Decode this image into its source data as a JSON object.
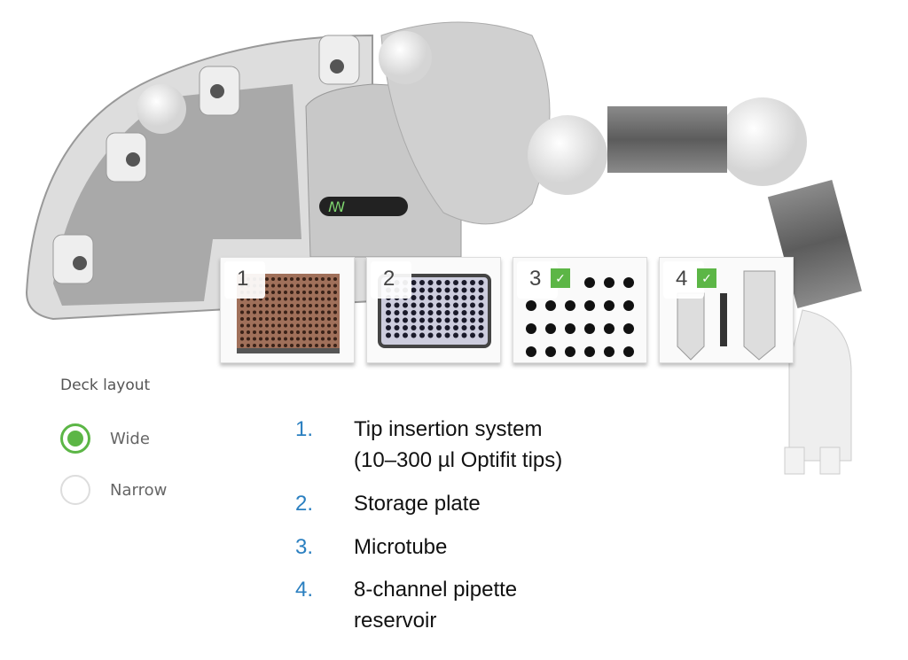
{
  "deck": {
    "tiles": [
      {
        "number": "1",
        "checked": false
      },
      {
        "number": "2",
        "checked": false
      },
      {
        "number": "3",
        "checked": true
      },
      {
        "number": "4",
        "checked": true
      }
    ],
    "check_icon": "✓"
  },
  "deck_layout": {
    "title": "Deck layout",
    "options": [
      {
        "label": "Wide",
        "selected": true
      },
      {
        "label": "Narrow",
        "selected": false
      }
    ]
  },
  "legend": [
    {
      "number": "1.",
      "lines": [
        "Tip insertion system",
        "(10–300 µl Optifit tips)"
      ]
    },
    {
      "number": "2.",
      "lines": [
        "Storage plate"
      ]
    },
    {
      "number": "3.",
      "lines": [
        "Microtube"
      ]
    },
    {
      "number": "4.",
      "lines": [
        "8-channel pipette",
        "reservoir"
      ]
    }
  ],
  "colors": {
    "accent": "#5cb646",
    "number": "#2a7fc0"
  }
}
